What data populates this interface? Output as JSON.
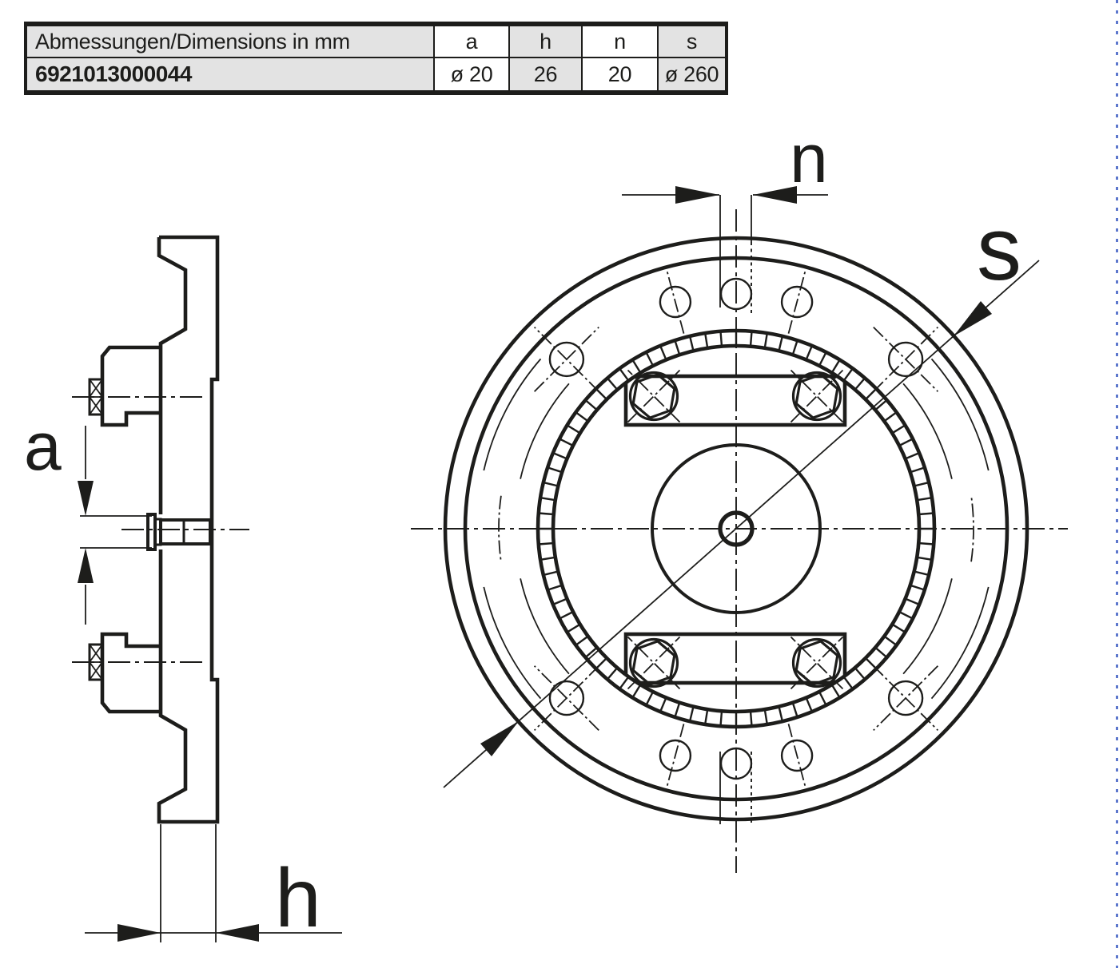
{
  "table": {
    "dimension_note": "Abmessungen/Dimensions in mm",
    "col_a": "a",
    "col_h": "h",
    "col_n": "n",
    "col_s": "s",
    "part_number": "6921013000044",
    "val_a": "ø 20",
    "val_h": "26",
    "val_n": "20",
    "val_s": "ø 260"
  },
  "labels": {
    "a": "a",
    "h": "h",
    "n": "n",
    "s": "s"
  },
  "colors": {
    "ink": "#1d1d1b",
    "table_fill": "#e3e3e3",
    "edge_mark": "#3f5ec4",
    "paper": "#ffffff"
  }
}
